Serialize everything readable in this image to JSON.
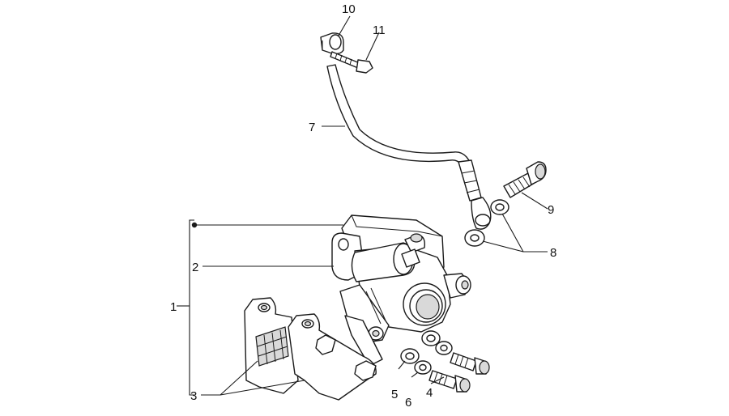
{
  "callouts": [
    {
      "id": "1",
      "label": "1"
    },
    {
      "id": "2",
      "label": "2"
    },
    {
      "id": "3",
      "label": "3"
    },
    {
      "id": "4",
      "label": "4"
    },
    {
      "id": "5",
      "label": "5"
    },
    {
      "id": "6",
      "label": "6"
    },
    {
      "id": "7",
      "label": "7"
    },
    {
      "id": "8",
      "label": "8"
    },
    {
      "id": "9",
      "label": "9"
    },
    {
      "id": "10",
      "label": "10"
    },
    {
      "id": "11",
      "label": "11"
    }
  ],
  "colors": {
    "line": "#1a1a1a",
    "shade": "#d9d9d9",
    "background": "#ffffff"
  }
}
